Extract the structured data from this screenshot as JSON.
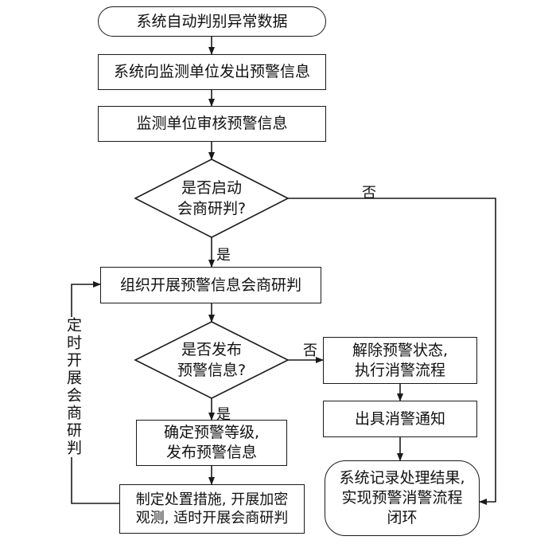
{
  "nodes": {
    "start": "系统自动判别异常数据",
    "send_warning": "系统向监测单位发出预警信息",
    "review_warning": "监测单位审核预警信息",
    "decision_consult": [
      "是否启动",
      "会商研判?"
    ],
    "organize_consult": "组织开展预警信息会商研判",
    "decision_publish": [
      "是否发布",
      "预警信息?"
    ],
    "confirm_level": [
      "确定预警等级,",
      "发布预警信息"
    ],
    "measures": [
      "制定处置措施, 开展加密",
      "观测, 适时开展会商研判"
    ],
    "release_warning": [
      "解除预警状态,",
      "执行消警流程"
    ],
    "issue_notice": "出具消警通知",
    "record_result": [
      "系统记录处理结果,",
      "实现预警消警流程",
      "闭环"
    ]
  },
  "edge_labels": {
    "consult_no": "否",
    "consult_yes": "是",
    "publish_no": "否",
    "publish_yes": "是",
    "loop_back": "定时开展会商研判"
  }
}
